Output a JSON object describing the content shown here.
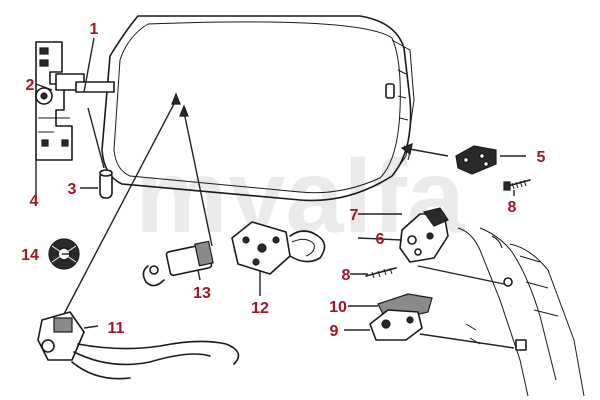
{
  "watermark": "myalfa",
  "callouts": [
    {
      "id": "c1",
      "label": "1"
    },
    {
      "id": "c2",
      "label": "2"
    },
    {
      "id": "c3",
      "label": "3"
    },
    {
      "id": "c4",
      "label": "4"
    },
    {
      "id": "c5",
      "label": "5"
    },
    {
      "id": "c6",
      "label": "6"
    },
    {
      "id": "c7",
      "label": "7"
    },
    {
      "id": "c8a",
      "label": "8"
    },
    {
      "id": "c8b",
      "label": "8"
    },
    {
      "id": "c9",
      "label": "9"
    },
    {
      "id": "c10",
      "label": "10"
    },
    {
      "id": "c11",
      "label": "11"
    },
    {
      "id": "c12",
      "label": "12"
    },
    {
      "id": "c13",
      "label": "13"
    },
    {
      "id": "c14",
      "label": "14"
    }
  ],
  "colors": {
    "callout": "#a31522",
    "line": "#1a1a1a",
    "watermark": "#d9d9d9"
  }
}
